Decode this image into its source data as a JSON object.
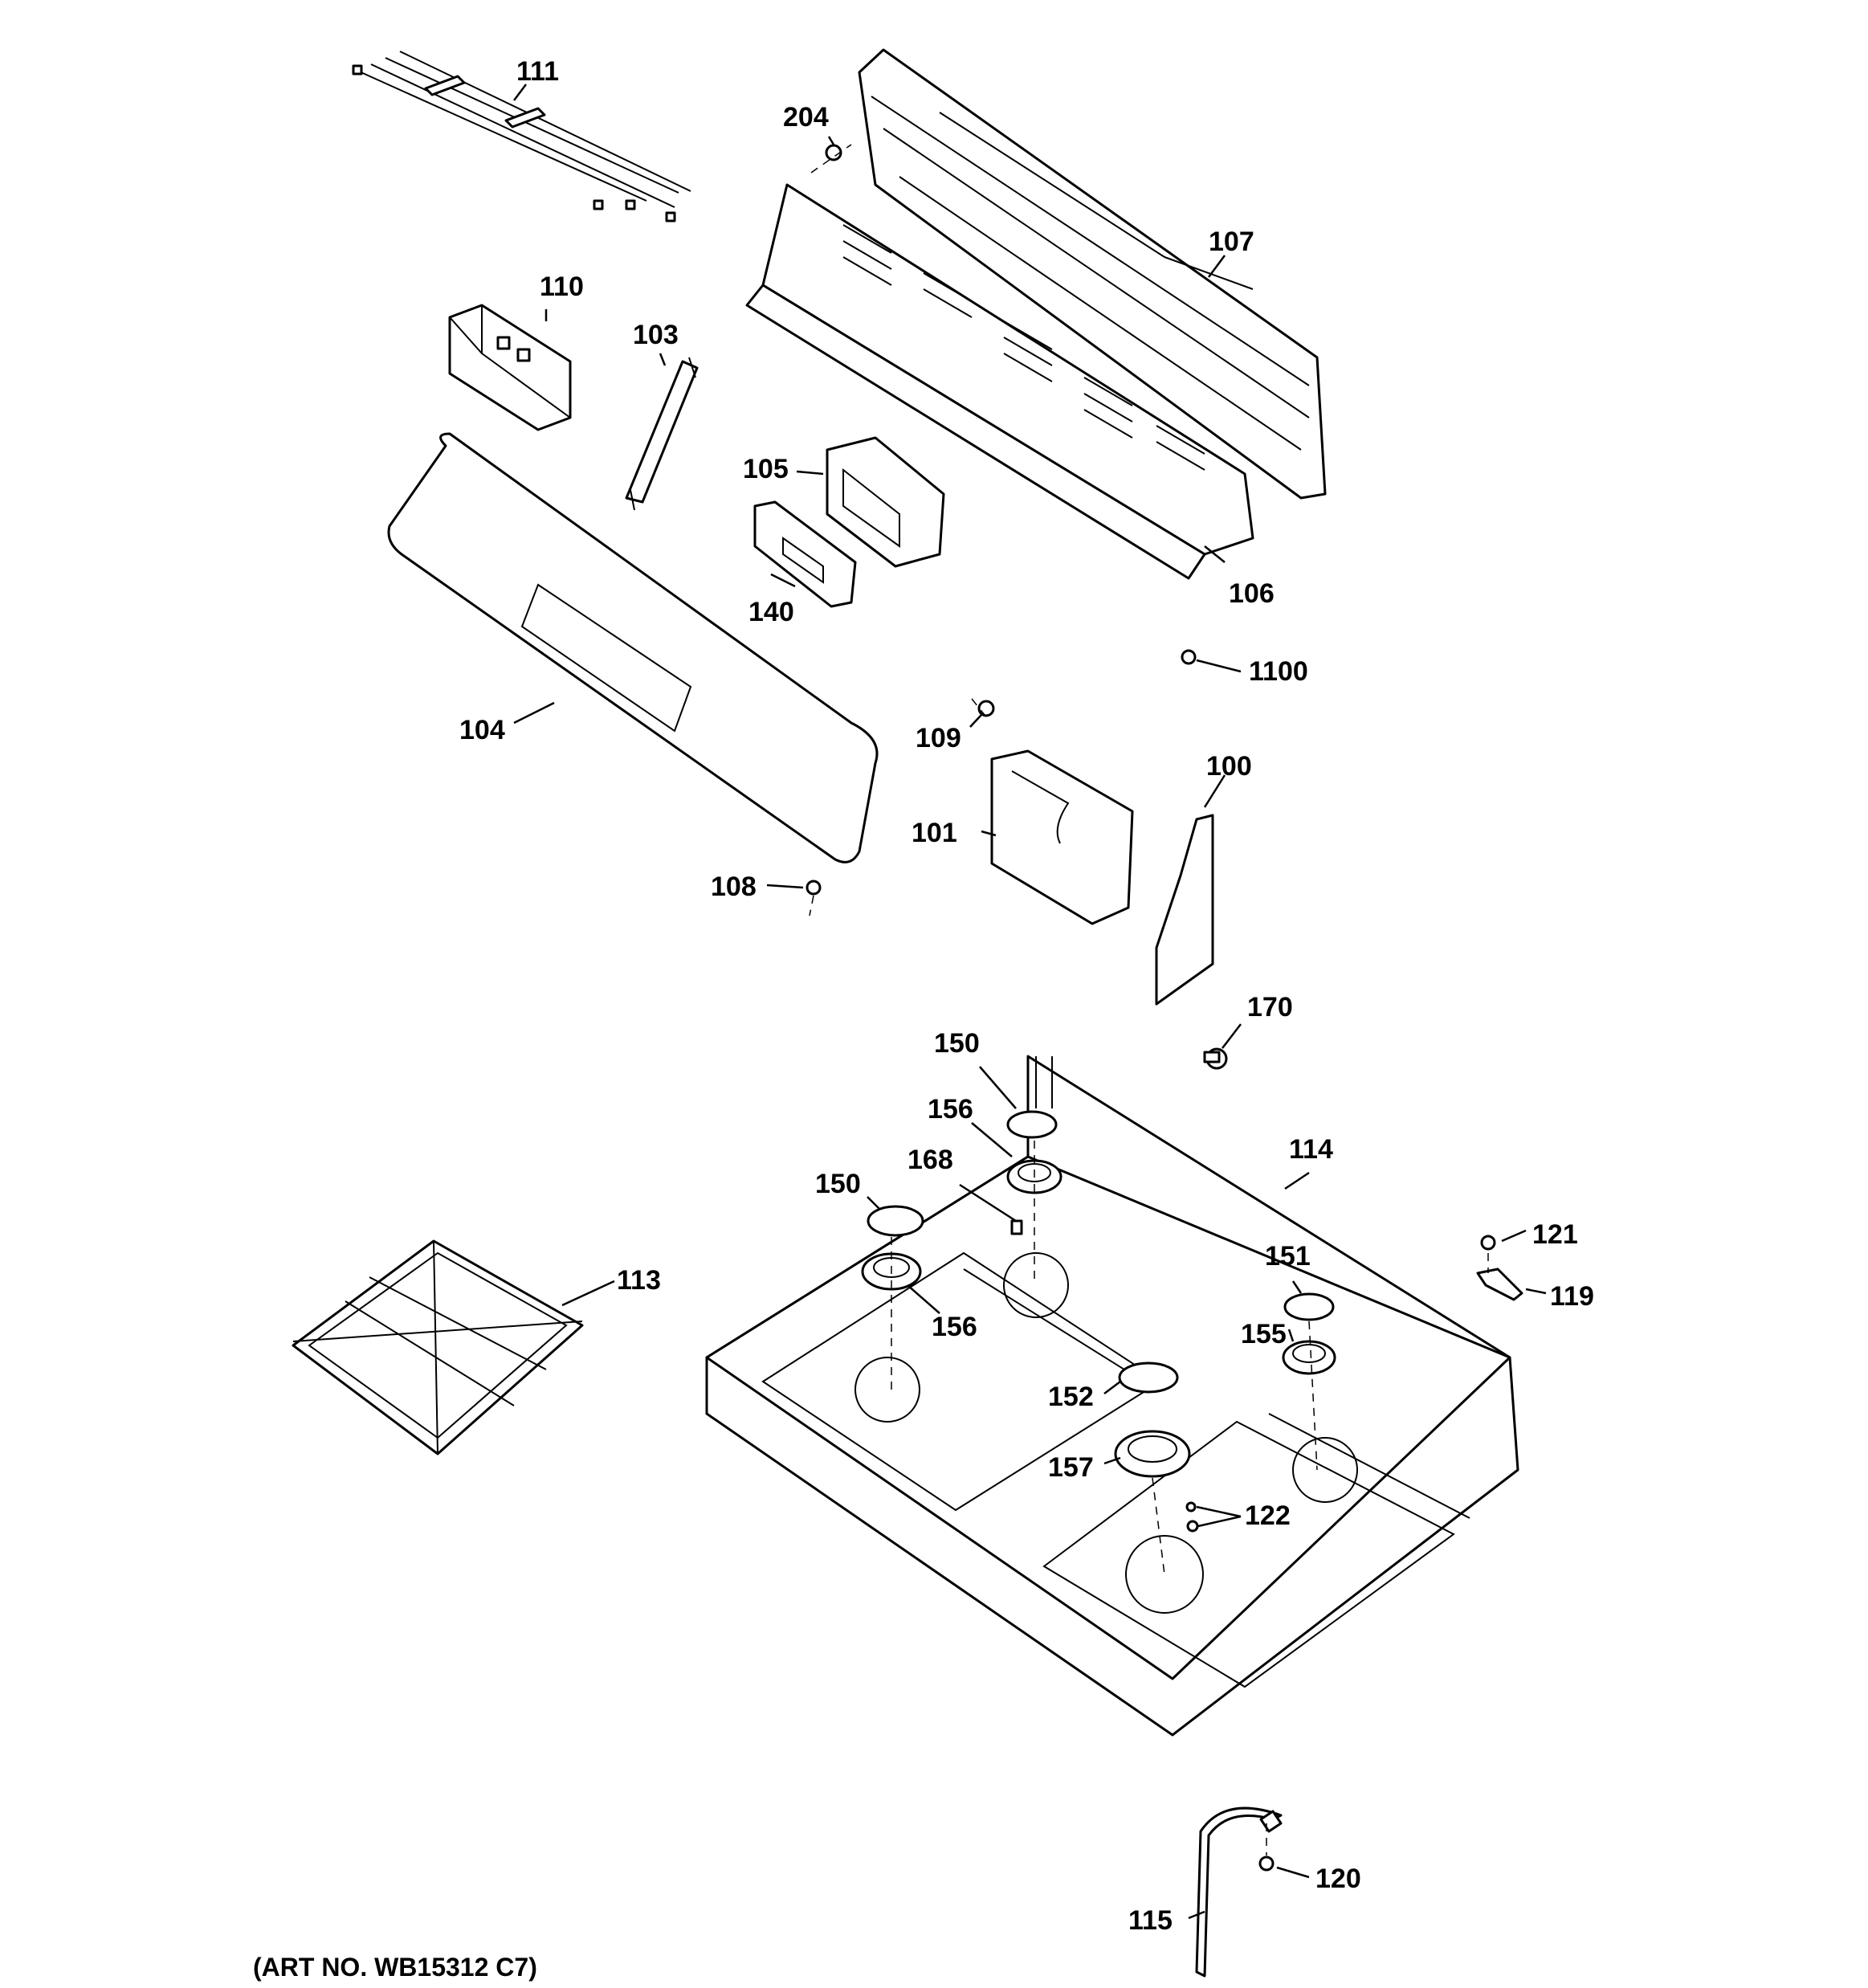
{
  "diagram": {
    "art_number": "(ART NO. WB15312 C7)",
    "callouts": {
      "c111": "111",
      "c204": "204",
      "c107": "107",
      "c110": "110",
      "c103": "103",
      "c105": "105",
      "c140": "140",
      "c106": "106",
      "c1100": "1100",
      "c104": "104",
      "c109": "109",
      "c100": "100",
      "c101": "101",
      "c108": "108",
      "c170": "170",
      "c150a": "150",
      "c156a": "156",
      "c168": "168",
      "c114": "114",
      "c150b": "150",
      "c113": "113",
      "c156b": "156",
      "c121": "121",
      "c151": "151",
      "c119": "119",
      "c155": "155",
      "c152": "152",
      "c157": "157",
      "c122": "122",
      "c120": "120",
      "c115": "115"
    }
  }
}
